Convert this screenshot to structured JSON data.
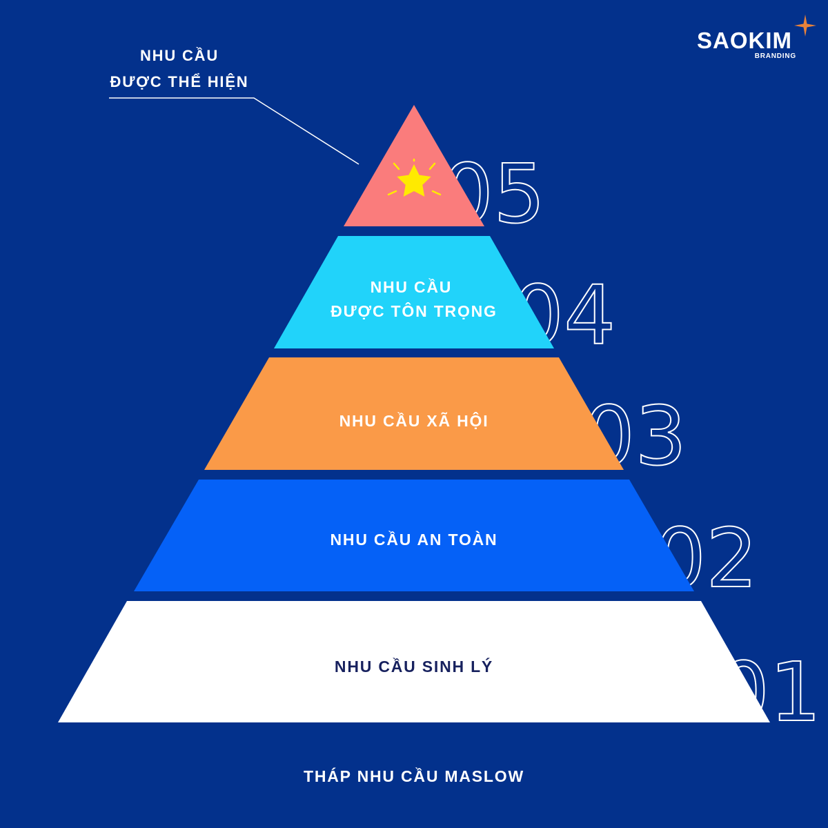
{
  "brand": {
    "name": "SAOKIM",
    "tagline": "BRANDING",
    "star_color": "#e8823a"
  },
  "callout": {
    "line1": "NHU CẦU",
    "line2": "ĐƯỢC THỂ HIỆN"
  },
  "tiers": [
    {
      "number": "05",
      "label_lines": [],
      "color": "#fa7c7c",
      "text_color": "#ffffff",
      "icon": "star-icon",
      "star_color": "#ffea00"
    },
    {
      "number": "04",
      "label_lines": [
        "NHU CẦU",
        "ĐƯỢC TÔN TRỌNG"
      ],
      "color": "#21d3fa",
      "text_color": "#ffffff"
    },
    {
      "number": "03",
      "label_lines": [
        "NHU CẦU XÃ HỘI"
      ],
      "color": "#fa9a48",
      "text_color": "#ffffff"
    },
    {
      "number": "02",
      "label_lines": [
        "NHU CẦU AN TOÀN"
      ],
      "color": "#0561f7",
      "text_color": "#ffffff"
    },
    {
      "number": "01",
      "label_lines": [
        "NHU CẦU SINH LÝ"
      ],
      "color": "#ffffff",
      "text_color": "#17215e"
    }
  ],
  "caption": "THÁP NHU CẦU MASLOW",
  "colors": {
    "background": "#03318c"
  }
}
